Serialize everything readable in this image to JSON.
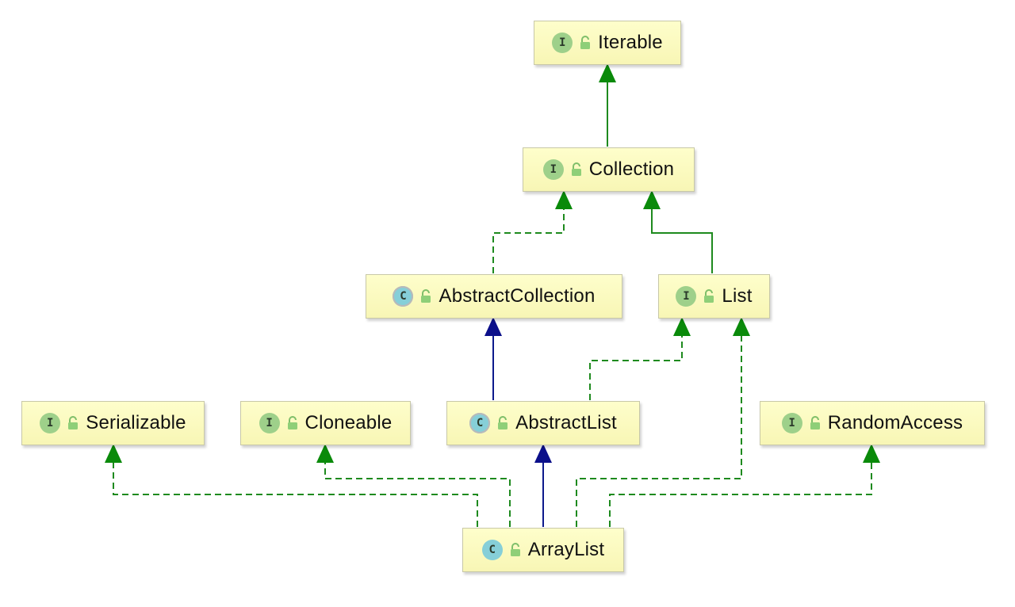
{
  "diagram": {
    "nodes": [
      {
        "id": "iterable",
        "label": "Iterable",
        "kind": "interface",
        "badge": "I"
      },
      {
        "id": "collection",
        "label": "Collection",
        "kind": "interface",
        "badge": "I"
      },
      {
        "id": "abstract-collection",
        "label": "AbstractCollection",
        "kind": "abstract",
        "badge": "C"
      },
      {
        "id": "list",
        "label": "List",
        "kind": "interface",
        "badge": "I"
      },
      {
        "id": "serializable",
        "label": "Serializable",
        "kind": "interface",
        "badge": "I"
      },
      {
        "id": "cloneable",
        "label": "Cloneable",
        "kind": "interface",
        "badge": "I"
      },
      {
        "id": "abstract-list",
        "label": "AbstractList",
        "kind": "abstract",
        "badge": "C"
      },
      {
        "id": "random-access",
        "label": "RandomAccess",
        "kind": "interface",
        "badge": "I"
      },
      {
        "id": "arraylist",
        "label": "ArrayList",
        "kind": "class",
        "badge": "C"
      }
    ],
    "edges": [
      {
        "from": "collection",
        "to": "iterable",
        "type": "extends-interface"
      },
      {
        "from": "abstract-collection",
        "to": "collection",
        "type": "implements"
      },
      {
        "from": "list",
        "to": "collection",
        "type": "extends-interface"
      },
      {
        "from": "abstract-list",
        "to": "abstract-collection",
        "type": "extends-class"
      },
      {
        "from": "abstract-list",
        "to": "list",
        "type": "implements"
      },
      {
        "from": "arraylist",
        "to": "abstract-list",
        "type": "extends-class"
      },
      {
        "from": "arraylist",
        "to": "serializable",
        "type": "implements"
      },
      {
        "from": "arraylist",
        "to": "cloneable",
        "type": "implements"
      },
      {
        "from": "arraylist",
        "to": "list",
        "type": "implements"
      },
      {
        "from": "arraylist",
        "to": "random-access",
        "type": "implements"
      }
    ],
    "colors": {
      "implements": "#1e8a1e",
      "extends-interface": "#1e8a1e",
      "extends-class": "#0d1a8c",
      "arrow-green": "#0a8a0a",
      "arrow-blue": "#0b0f8a"
    }
  }
}
